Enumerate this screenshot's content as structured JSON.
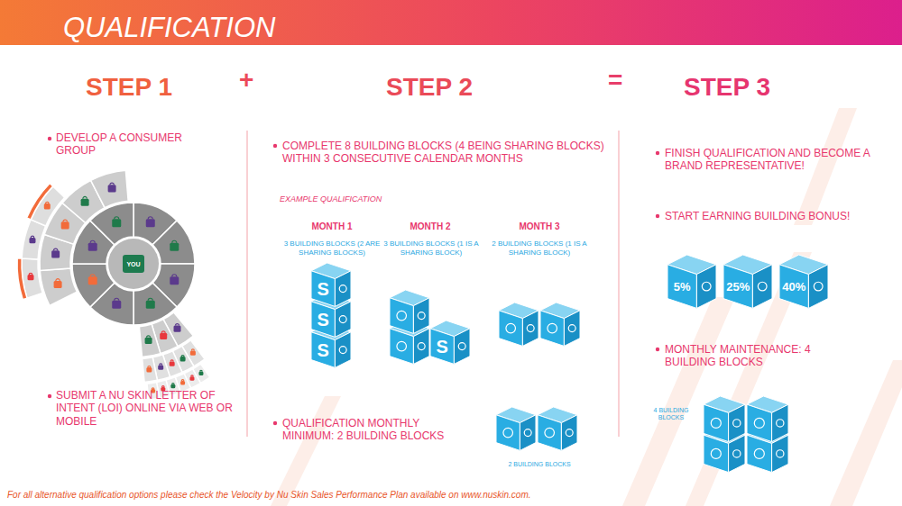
{
  "diagram": {
    "title": "QUALIFICATION",
    "caption": "For all alternative qualification options please check the Velocity by Nu Skin Sales Performance Plan available on www.nuskin.com.",
    "nodes": [
      {
        "text": [
          "YOU"
        ]
      },
      {
        "text": [
          "S"
        ]
      },
      {
        "text": [
          "S"
        ]
      },
      {
        "text": [
          "S"
        ]
      },
      {
        "text": [
          "S"
        ]
      },
      {
        "text": [
          "5%"
        ]
      },
      {
        "text": [
          "25%"
        ]
      },
      {
        "text": [
          "40%"
        ]
      }
    ],
    "labels": [
      "STEP 1",
      "+",
      "STEP 2",
      "=",
      "STEP 3",
      "DEVELOP A CONSUMER GROUP",
      "SUBMIT A NU SKIN LETTER OF INTENT (LOI) ONLINE VIA WEB OR MOBILE",
      "COMPLETE 8 BUILDING BLOCKS (4 BEING SHARING BLOCKS) WITHIN 3 CONSECUTIVE CALENDAR MONTHS",
      "EXAMPLE QUALIFICATION",
      "MONTH 1",
      "3 BUILDING BLOCKS (2 ARE SHARING BLOCKS)",
      "MONTH 2",
      "3 BUILDING BLOCKS (1 IS A SHARING BLOCK)",
      "MONTH 3",
      "2 BUILDING BLOCKS (1 IS A SHARING BLOCK)",
      "QUALIFICATION MONTHLY MINIMUM: 2 BUILDING BLOCKS",
      "2 BUILDING BLOCKS",
      "FINISH QUALIFICATION AND BECOME A BRAND REPRESENTATIVE!",
      "START EARNING BUILDING BONUS!",
      "MONTHLY MAINTENANCE: 4 BUILDING BLOCKS",
      "4 BUILDING BLOCKS"
    ]
  }
}
